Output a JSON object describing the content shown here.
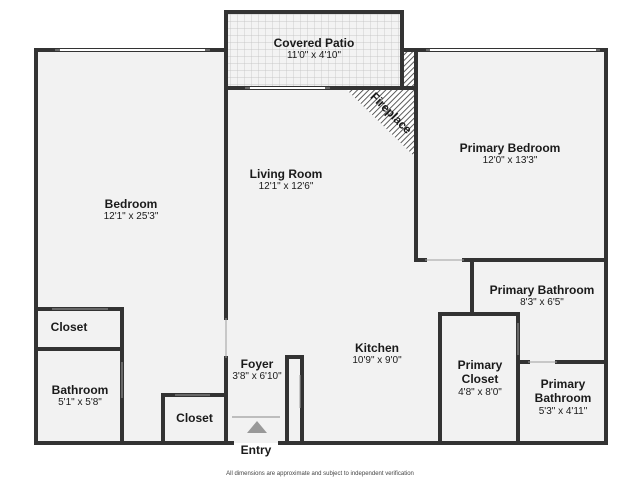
{
  "floor_plan": {
    "rooms": [
      {
        "id": "covered-patio",
        "name": "Covered Patio",
        "dims": "11'0\" x 4'10\""
      },
      {
        "id": "bedroom",
        "name": "Bedroom",
        "dims": "12'1\" x 25'3\""
      },
      {
        "id": "living-room",
        "name": "Living Room",
        "dims": "12'1\" x 12'6\""
      },
      {
        "id": "primary-bedroom",
        "name": "Primary Bedroom",
        "dims": "12'0\" x 13'3\""
      },
      {
        "id": "primary-bathroom",
        "name": "Primary Bathroom",
        "dims": "8'3\" x 6'5\""
      },
      {
        "id": "kitchen",
        "name": "Kitchen",
        "dims": "10'9\" x 9'0\""
      },
      {
        "id": "foyer",
        "name": "Foyer",
        "dims": "3'8\" x 6'10\""
      },
      {
        "id": "closet-1",
        "name": "Closet"
      },
      {
        "id": "bathroom",
        "name": "Bathroom",
        "dims": "5'1\" x 5'8\""
      },
      {
        "id": "closet-2",
        "name": "Closet"
      },
      {
        "id": "primary-closet",
        "name": "Primary Closet",
        "dims": "4'8\" x 8'0\""
      },
      {
        "id": "primary-bathroom-2",
        "name": "Primary Bathroom",
        "dims": "5'3\" x 4'11\""
      }
    ],
    "fireplace": "Fireplace",
    "entry": "Entry",
    "disclaimer": "All dimensions are approximate and subject to independent verification"
  }
}
